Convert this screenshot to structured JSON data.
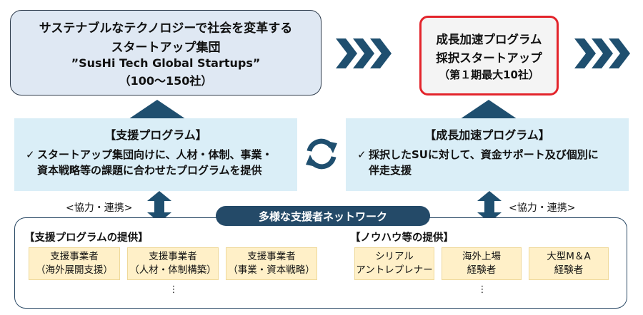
{
  "group_box": {
    "line1": "サステナブルなテクノロジーで社会を変革する",
    "line2": "スタートアップ集団",
    "line3": "”SusHi Tech Global Startups”",
    "line4": "（100～150社）"
  },
  "adopted_box": {
    "line1": "成長加速プログラム",
    "line2": "採択スタートアップ",
    "line3": "（第１期最大10社）"
  },
  "support_program": {
    "title": "【支援プログラム】",
    "check": "✓",
    "line1": "スタートアップ集団向けに、人材・体制、事業・",
    "line2": "資本戦略等の課題に合わせたプログラムを提供"
  },
  "growth_program": {
    "title": "【成長加速プログラム】",
    "check": "✓",
    "line1": "採択したSUに対して、資金サポート及び個別に",
    "line2": "伴走支援"
  },
  "cooperation_left": "<協力・連携>",
  "cooperation_right": "<協力・連携>",
  "network_label": "多様な支援者ネットワーク",
  "provision_support": {
    "title": "【支援プログラムの提供】",
    "cells": [
      {
        "line1": "支援事業者",
        "line2": "（海外展開支援）"
      },
      {
        "line1": "支援事業者",
        "line2": "（人材・体制構築）"
      },
      {
        "line1": "支援事業者",
        "line2": "（事業・資本戦略）"
      }
    ],
    "more": "⋮"
  },
  "provision_knowhow": {
    "title": "【ノウハウ等の提供】",
    "cells": [
      {
        "line1": "シリアル",
        "line2": "アントレプレナー"
      },
      {
        "line1": "海外上場",
        "line2": "経験者"
      },
      {
        "line1": "大型M＆A",
        "line2": "経験者"
      }
    ],
    "more": "⋮"
  },
  "colors": {
    "navy": "#244a68",
    "red_border": "#e3242b",
    "light_blue": "#daeef7",
    "cell_yellow": "#fff0c8",
    "arrow_blue": "#1f4f6f"
  },
  "icons": {
    "chevrons": "triple-chevron-right-icon",
    "cycle": "refresh-cycle-icon"
  }
}
